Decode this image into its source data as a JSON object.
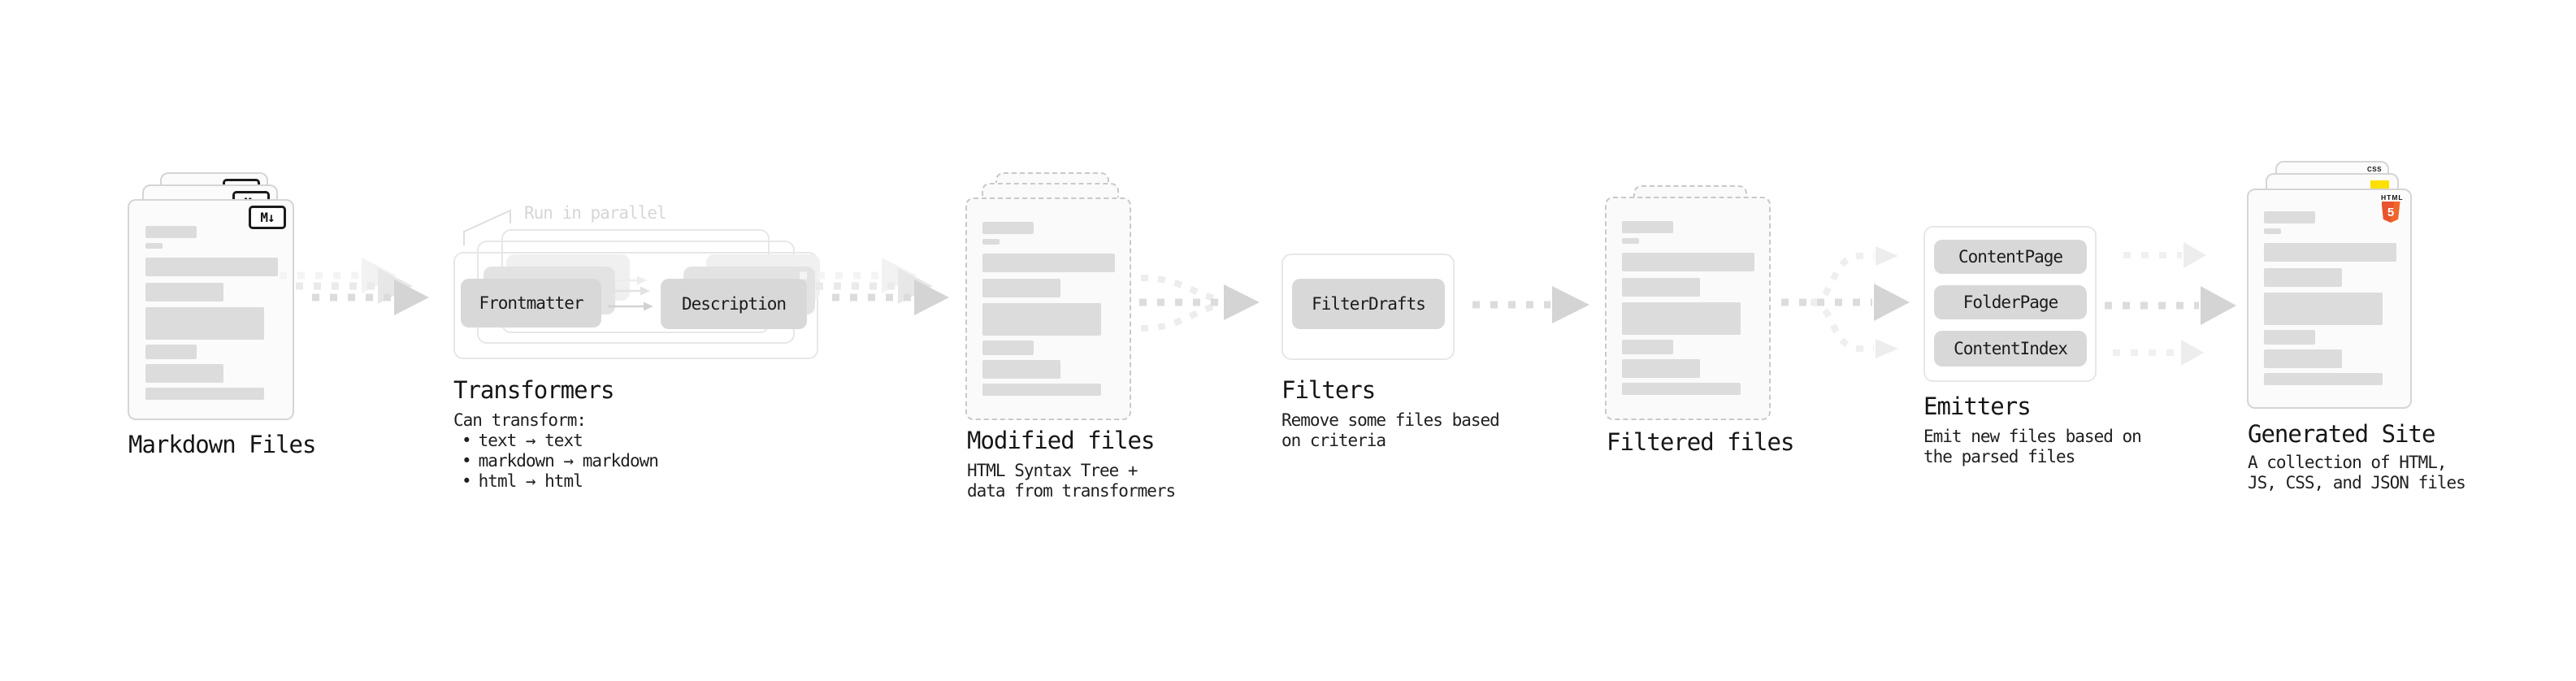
{
  "diagram": {
    "stages": {
      "markdown_files": {
        "title": "Markdown Files",
        "badge": "M↓"
      },
      "transformers": {
        "title": "Transformers",
        "note": "Run in parallel",
        "pills": [
          "Frontmatter",
          "Description"
        ],
        "caption_heading": "Can transform:",
        "bullet": "•",
        "bullets": [
          "text → text",
          "markdown → markdown",
          "html → html"
        ]
      },
      "modified_files": {
        "title": "Modified files",
        "caption": [
          "HTML Syntax Tree +",
          "data from transformers"
        ]
      },
      "filters": {
        "title": "Filters",
        "pill": "FilterDrafts",
        "caption": [
          "Remove some files based",
          "on criteria"
        ]
      },
      "filtered_files": {
        "title": "Filtered files"
      },
      "emitters": {
        "title": "Emitters",
        "pills": [
          "ContentPage",
          "FolderPage",
          "ContentIndex"
        ],
        "caption": [
          "Emit new files based on",
          "the parsed files"
        ]
      },
      "generated_site": {
        "title": "Generated Site",
        "caption": [
          "A collection of HTML,",
          "JS, CSS, and JSON files"
        ],
        "badges": {
          "css": "CSS",
          "html": "HTML",
          "html_number": "5"
        }
      }
    },
    "colors": {
      "background": "#ffffff",
      "card_border": "#d5d5d5",
      "dashed_card_border": "#c9c9c9",
      "bar_fill": "#dcdcdc",
      "pill_fill": "#d8d8d8",
      "arrow_dark": "#d4d4d4",
      "arrow_light": "#efefef",
      "note_text": "#d6d6d6",
      "text": "#1a1a1a",
      "js_yellow": "#ffe000",
      "html5_orange": "#f1662a",
      "css_blue": "#2760e5"
    }
  }
}
